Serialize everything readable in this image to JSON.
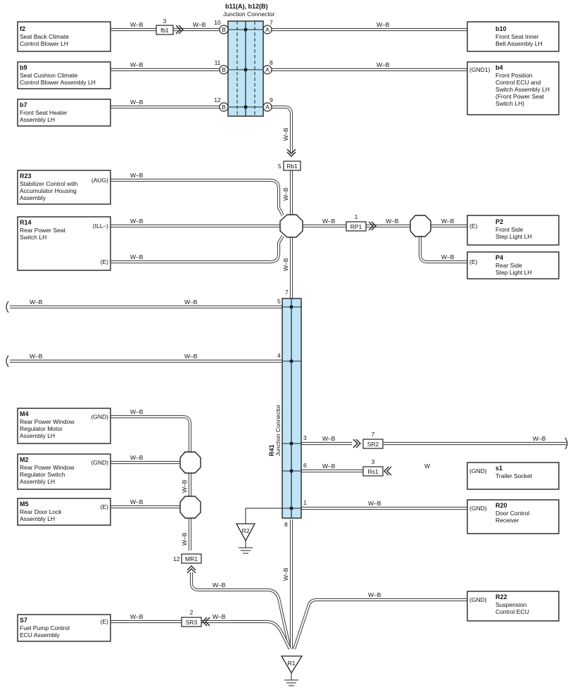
{
  "wire_color": "W–B",
  "wire_color_white": "W",
  "colors": {
    "junction_fill": "#bfe4f6",
    "line": "#222222"
  },
  "junction_top": {
    "title": "b11(A), b12(B)",
    "subtitle": "Junction Connector"
  },
  "junction_main": {
    "code": "R41",
    "name": "Junction Connector"
  },
  "components": {
    "f2": {
      "code": "f2",
      "name": [
        "Seat Back Climate",
        "Control Blower LH"
      ]
    },
    "b9": {
      "code": "b9",
      "name": [
        "Seat Cushion Climate",
        "Control Blower Assembly LH"
      ]
    },
    "b7": {
      "code": "b7",
      "name": [
        "Front Seat Heater",
        "Assembly LH"
      ]
    },
    "b10": {
      "code": "b10",
      "name": [
        "Front Seat Inner",
        "Belt Assembly LH"
      ]
    },
    "b4": {
      "code": "b4",
      "pin": "(GND1)",
      "name": [
        "Front Position",
        "Control ECU and",
        "Switch Assembly LH",
        "(Front Power Seat",
        " Switch LH)"
      ]
    },
    "R23": {
      "code": "R23",
      "pin": "(AUG)",
      "name": [
        "Stabilizer Control with",
        "Accumulator Housing",
        "Assembly"
      ]
    },
    "R14": {
      "code": "R14",
      "pin": "(ILL–)",
      "pin2": "(E)",
      "name": [
        "Rear Power Seat",
        "Switch LH"
      ]
    },
    "P2": {
      "code": "P2",
      "pin": "(E)",
      "name": [
        "Front Side",
        "Step Light LH"
      ]
    },
    "P4": {
      "code": "P4",
      "pin": "(E)",
      "name": [
        "Rear Side",
        "Step Light LH"
      ]
    },
    "M4": {
      "code": "M4",
      "pin": "(GND)",
      "name": [
        "Rear Power Window",
        "Regulator Motor",
        "Assembly LH"
      ]
    },
    "M2": {
      "code": "M2",
      "pin": "(GND)",
      "name": [
        "Rear Power Window",
        "Regulator Switch",
        "Assembly LH"
      ]
    },
    "M5": {
      "code": "M5",
      "pin": "(E)",
      "name": [
        "Rear Door Lock",
        "Assembly LH"
      ]
    },
    "S7": {
      "code": "S7",
      "pin": "(E)",
      "name": [
        "Fuel Pump Control",
        "ECU Assembly"
      ]
    },
    "s1": {
      "code": "s1",
      "pin": "(GND)",
      "name": [
        "Trailer Socket"
      ]
    },
    "R20": {
      "code": "R20",
      "pin": "(GND)",
      "name": [
        "Door Control",
        "Receiver"
      ]
    },
    "R22": {
      "code": "R22",
      "pin": "(GND)",
      "name": [
        "Suspension",
        "Control ECU"
      ]
    }
  },
  "connectors": {
    "fb1": {
      "name": "fb1",
      "pin": "3"
    },
    "Rb1": {
      "name": "Rb1",
      "pin": "5"
    },
    "RP1": {
      "name": "RP1",
      "pin": "1"
    },
    "SR2": {
      "name": "SR2",
      "pin": "7"
    },
    "Rs1": {
      "name": "Rs1",
      "pin": "3"
    },
    "MR1": {
      "name": "MR1",
      "pin": "12"
    },
    "SR3": {
      "name": "SR3",
      "pin": "2"
    }
  },
  "junction_top_pins": {
    "b_left": [
      "10",
      "11",
      "12"
    ],
    "a_right": [
      "7",
      "8",
      "9"
    ],
    "b": "B",
    "a": "A"
  },
  "junction_main_pins": {
    "top": "7",
    "p5": "5",
    "p4": "4",
    "p3": "3",
    "p6": "6",
    "p1": "1",
    "bottom": "8"
  },
  "grounds": {
    "R2": "R2",
    "R1": "R1"
  }
}
